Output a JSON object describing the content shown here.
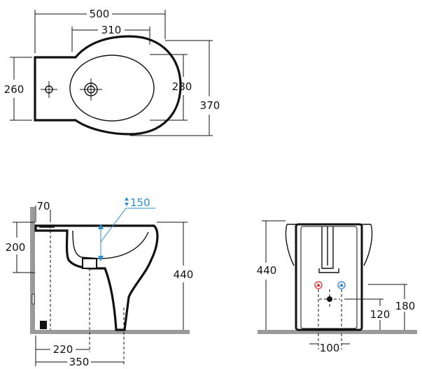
{
  "colors": {
    "line": "#111111",
    "floor": "#9a9a9a",
    "accent_blue": "#2a8fcf",
    "hot_red": "#e03030",
    "cold_blue": "#2a7fd0"
  },
  "top_view": {
    "dims": {
      "overall_length": "500",
      "bowl_length": "310",
      "overall_width": "260",
      "bowl_width": "280",
      "total_depth": "370"
    }
  },
  "side_view": {
    "dims": {
      "tap_offset": "70",
      "rim_to_floor_top": "200",
      "water_height": "150",
      "height": "440",
      "drain_distance": "220",
      "depth": "350"
    },
    "height_marker_icon": "up-down-arrow-icon"
  },
  "front_view": {
    "dims": {
      "height": "440",
      "supply_height": "180",
      "drain_height": "120",
      "supply_spacing": "100"
    },
    "hot_supply_icon": "hot-water-icon",
    "cold_supply_icon": "cold-water-icon"
  }
}
